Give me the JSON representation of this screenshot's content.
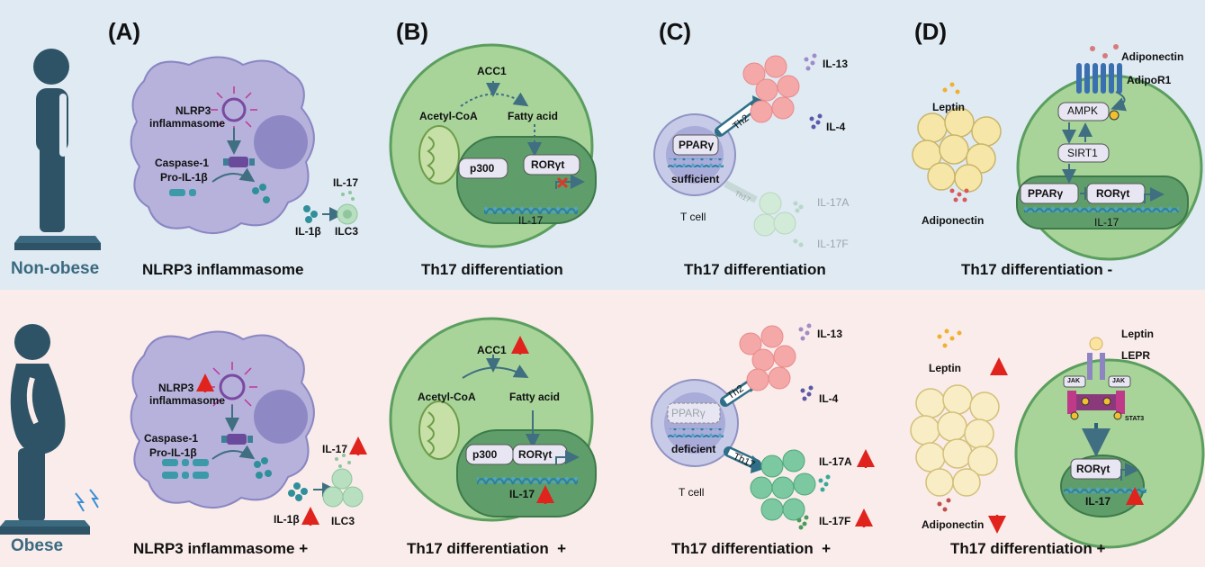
{
  "panels": {
    "A": "(A)",
    "B": "(B)",
    "C": "(C)",
    "D": "(D)"
  },
  "rows": {
    "top_label": "Non-obese",
    "bottom_label": "Obese"
  },
  "captions": {
    "a_top": "NLRP3 inflammasome",
    "a_bot": "NLRP3 inflammasome +",
    "b_top": "Th17 differentiation",
    "b_bot": "Th17 differentiation  +",
    "c_top": "Th17 differentiation",
    "c_bot": "Th17 differentiation  +",
    "d_top": "Th17 differentiation -",
    "d_bot": "Th17 differentiation +"
  },
  "panel_a": {
    "nlrp3": "NLRP3",
    "inflammasome": "inflammasome",
    "caspase": "Caspase-1",
    "pro_il1b": "Pro-IL-1β",
    "il17": "IL-17",
    "il1b": "IL-1β",
    "ilc3": "ILC3"
  },
  "panel_b": {
    "acc1": "ACC1",
    "acetyl": "Acetyl-CoA",
    "fatty": "Fatty acid",
    "p300": "p300",
    "rorgt": "RORγt",
    "il17": "IL-17"
  },
  "panel_c": {
    "ppar": "PPARγ",
    "sufficient": "sufficient",
    "deficient": "deficient",
    "tcell": "T cell",
    "th2": "Th2",
    "th17": "Th17",
    "il13": "IL-13",
    "il4": "IL-4",
    "il17a": "IL-17A",
    "il17f": "IL-17F"
  },
  "panel_d": {
    "leptin": "Leptin",
    "adiponectin": "Adiponectin",
    "adipor1": "AdipoR1",
    "ampk": "AMPK",
    "sirt1": "SIRT1",
    "ppar": "PPARγ",
    "rorgt": "RORγt",
    "il17": "IL-17",
    "lepr": "LEPR",
    "jak": "JAK",
    "stat3": "STAT3"
  },
  "colors": {
    "top_band": "#dfeaf3",
    "bottom_band": "#f9ecea",
    "cell_green": "#a8d49a",
    "nucleus_green": "#5f9e6a",
    "macrophage": "#b6b2dc",
    "up_arrow": "#e0231c"
  }
}
